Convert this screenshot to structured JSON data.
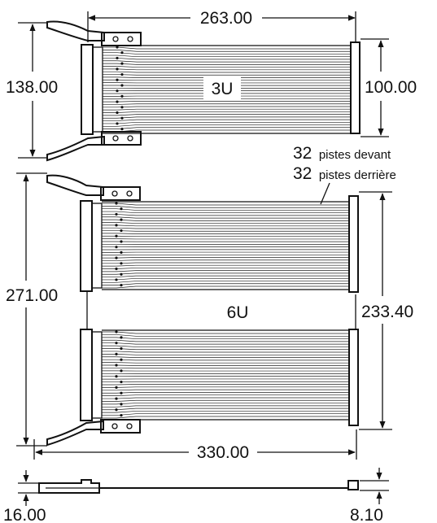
{
  "dimensions": {
    "width_3u": "263.00",
    "height_3u_left": "138.00",
    "height_3u_right": "100.00",
    "height_6u_left": "271.00",
    "height_6u_right": "233.40",
    "width_6u": "330.00",
    "side_left": "16.00",
    "side_right": "8.10"
  },
  "labels": {
    "module_3u": "3U",
    "module_6u": "6U",
    "tracks_front_count": "32",
    "tracks_front_text": "pistes devant",
    "tracks_rear_count": "32",
    "tracks_rear_text": "pistes derrière"
  },
  "colors": {
    "ink": "#111111",
    "background": "#ffffff"
  },
  "counts": {
    "tracks_shown": 32
  }
}
